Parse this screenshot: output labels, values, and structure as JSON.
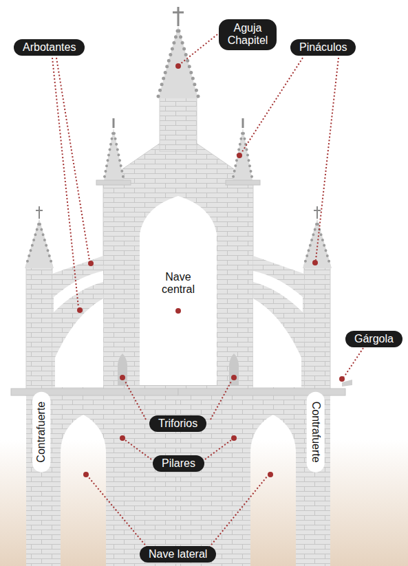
{
  "diagram": {
    "labels": [
      "Aguja Chapitel",
      "Arbotantes",
      "Pináculos",
      "Nave central",
      "Gárgola",
      "Contrafuerte",
      "Contrafuerte",
      "Triforios",
      "Pilares",
      "Nave lateral"
    ]
  }
}
